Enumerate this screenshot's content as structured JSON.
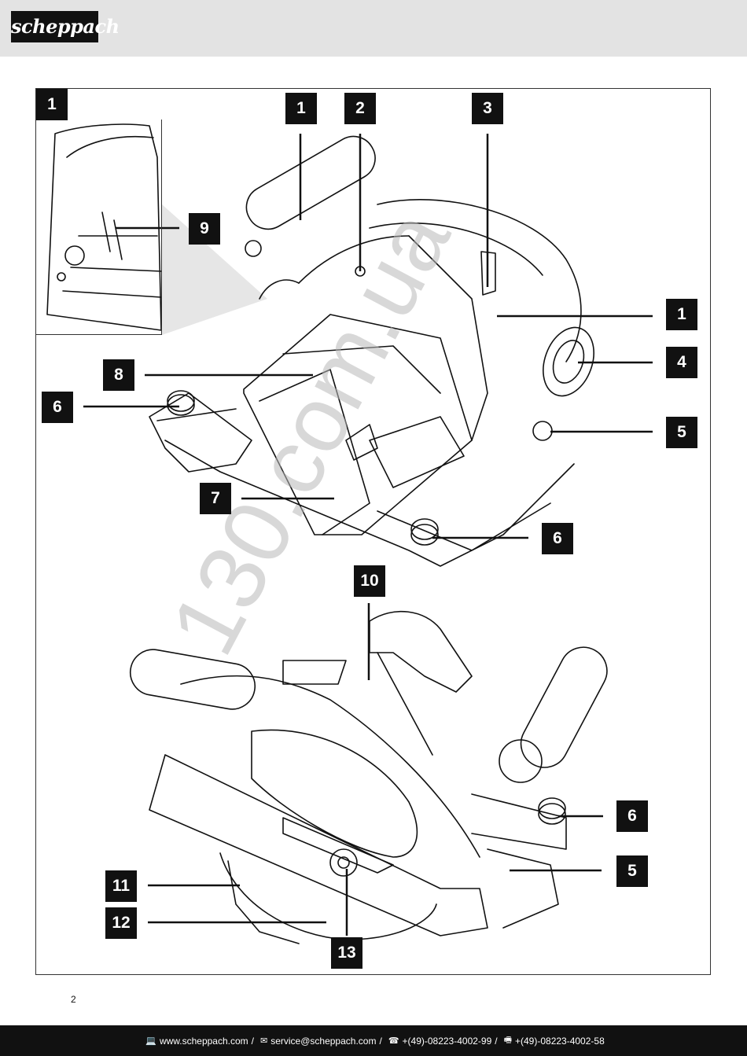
{
  "header": {
    "logo_text": "scheppach"
  },
  "figure": {
    "label": "1",
    "callouts": {
      "c1_top": "1",
      "c2": "2",
      "c3": "3",
      "c1_right": "1",
      "c4": "4",
      "c9": "9",
      "c8": "8",
      "c6_left": "6",
      "c5_upper": "5",
      "c7": "7",
      "c6_upper": "6",
      "c10": "10",
      "c6_lower": "6",
      "c5_lower": "5",
      "c11": "11",
      "c12": "12",
      "c13": "13"
    },
    "watermark": "130.com.ua"
  },
  "page_number": "2",
  "footer": {
    "website": "www.scheppach.com",
    "email": "service@scheppach.com",
    "phone": "+(49)-08223-4002-99",
    "fax": "+(49)-08223-4002-58",
    "sep": "/",
    "icons": {
      "website": "monitor-icon",
      "email": "mail-icon",
      "phone": "phone-icon",
      "fax": "fax-icon"
    }
  }
}
